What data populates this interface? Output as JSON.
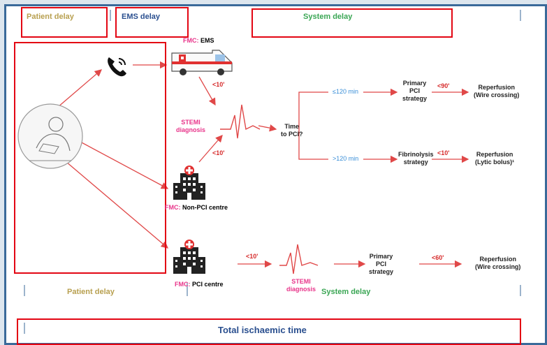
{
  "header": {
    "patient_delay": "Patient delay",
    "ems_delay": "EMS delay",
    "system_delay": "System delay"
  },
  "fmc_ems": {
    "prefix": "FMC:",
    "label": "EMS"
  },
  "fmc_non_pci": {
    "prefix": "FMC:",
    "label": "Non-PCI centre"
  },
  "fmc_pci": {
    "prefix": "FMC:",
    "label": "PCI centre"
  },
  "stemi": {
    "line1": "STEMI",
    "line2": "diagnosis"
  },
  "time_lt10": "<10'",
  "time_to_pci": {
    "line1": "Time",
    "line2": "to PCI?"
  },
  "le120": "≤120 min",
  "gt120": ">120 min",
  "primary_pci": {
    "line1": "Primary",
    "line2": "PCI",
    "line3": "strategy"
  },
  "lt90": "<90'",
  "lt60": "<60'",
  "reperfusion_wire": {
    "line1": "Reperfusion",
    "line2": "(Wire crossing)"
  },
  "fibrinolysis": {
    "line1": "Fibrinolysis",
    "line2": "strategy"
  },
  "reperfusion_lytic": {
    "line1": "Reperfusion",
    "line2": "(Lytic bolus)¹"
  },
  "footer": {
    "patient_delay": "Patient delay",
    "system_delay": "System delay",
    "total": "Total ischaemic time"
  },
  "colors": {
    "accent_red": "#e30613",
    "arrow": "#e04848",
    "pink": "#e8348a",
    "blue": "#3a8fd8",
    "olive": "#b8a050",
    "green": "#3aa654",
    "navy": "#2a4f8f",
    "frame": "#3a6a9a"
  },
  "icons": [
    "phone-icon",
    "ambulance-icon",
    "patient-icon",
    "hospital-icon",
    "ecg-icon"
  ]
}
